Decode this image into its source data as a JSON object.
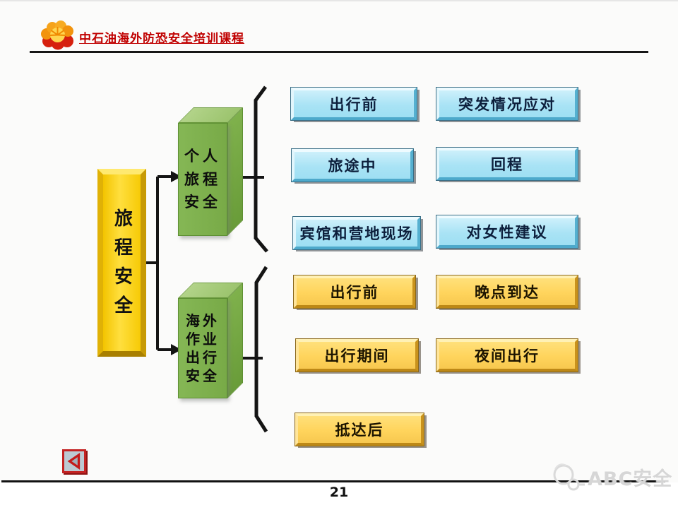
{
  "header": {
    "course_title": "中石油海外防恐安全培训课程"
  },
  "diagram": {
    "root": {
      "label": "旅程安全"
    },
    "branch_personal": {
      "label": "个人\n旅程\n安全"
    },
    "branch_overseas": {
      "label": "海外\n作业\n出行\n安全"
    },
    "personal_items": [
      {
        "label": "出行前"
      },
      {
        "label": "突发情况应对"
      },
      {
        "label": "旅途中"
      },
      {
        "label": "回程"
      },
      {
        "label": "宾馆和营地现场"
      },
      {
        "label": "对女性建议"
      }
    ],
    "overseas_items": [
      {
        "label": "出行前"
      },
      {
        "label": "晚点到达"
      },
      {
        "label": "出行期间"
      },
      {
        "label": "夜间出行"
      },
      {
        "label": "抵达后"
      }
    ]
  },
  "footer": {
    "page_number": "21",
    "watermark_text": "ABC安全"
  },
  "icons": {
    "logo": "petrochina-logo-icon",
    "back": "back-arrow-icon",
    "watermark": "magnifier-icon"
  },
  "colors": {
    "title_red": "#c00000",
    "item_blue": "#aee5f6",
    "item_yellow": "#ffd45c",
    "branch_green": "#7cb04c",
    "root_yellow": "#ffd400",
    "line_black": "#141414"
  }
}
